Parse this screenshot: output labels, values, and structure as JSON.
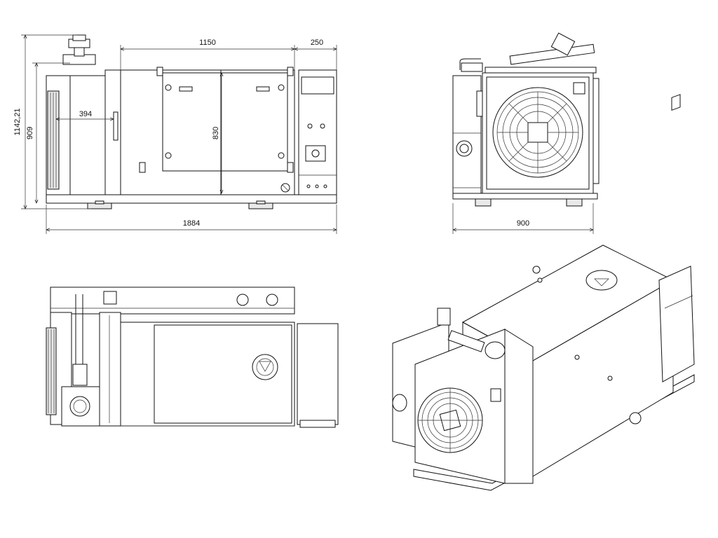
{
  "dimensions": {
    "overall_length": "1884",
    "body_length": "1150",
    "right_section_length": "250",
    "overall_height": "1142,21",
    "body_height": "909",
    "inner_height": "830",
    "fan_offset": "394",
    "overall_width": "900"
  },
  "views": [
    "front-elevation",
    "end-elevation",
    "plan-view",
    "isometric-view"
  ],
  "colors": {
    "line": "#111111",
    "background": "#ffffff",
    "shade": "#e9e9e9"
  }
}
